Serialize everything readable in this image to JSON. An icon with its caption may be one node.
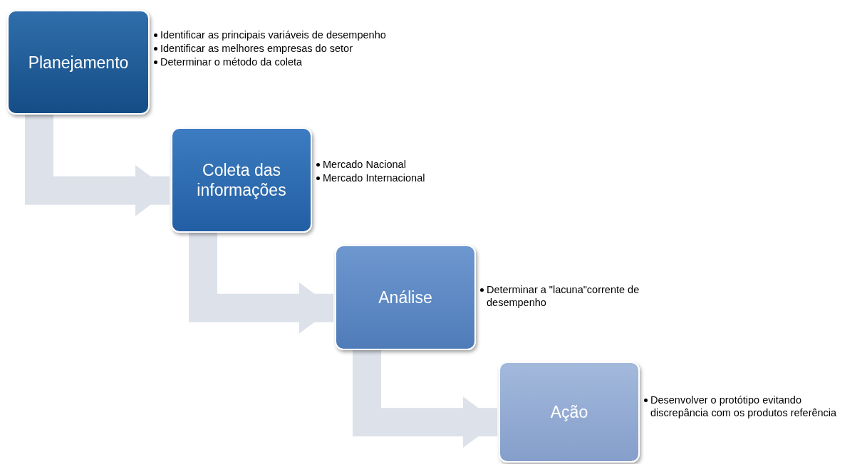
{
  "diagram": {
    "nodes": [
      {
        "text": [
          "Planejamento"
        ],
        "beside": [
          "Identificar as principais variáveis de desempenho",
          "Identificar as melhores empresas do setor",
          "Determinar o método da coleta"
        ]
      },
      {
        "text": [
          "Coleta das informações"
        ],
        "beside": [
          "Mercado Nacional",
          "Mercado Internacional"
        ]
      },
      {
        "text": [
          "Análise"
        ],
        "beside": [
          "Determinar a \"lacuna\"corrente de desempenho"
        ]
      },
      {
        "text": [
          "Ação"
        ],
        "beside": [
          "Desenvolver o protótipo evitando discrepância com os produtos referência"
        ]
      }
    ],
    "edges": [
      {
        "from": 0,
        "to": 1,
        "arrow": "to"
      },
      {
        "from": 1,
        "to": 2,
        "arrow": "to"
      },
      {
        "from": 2,
        "to": 3,
        "arrow": "to"
      }
    ]
  }
}
